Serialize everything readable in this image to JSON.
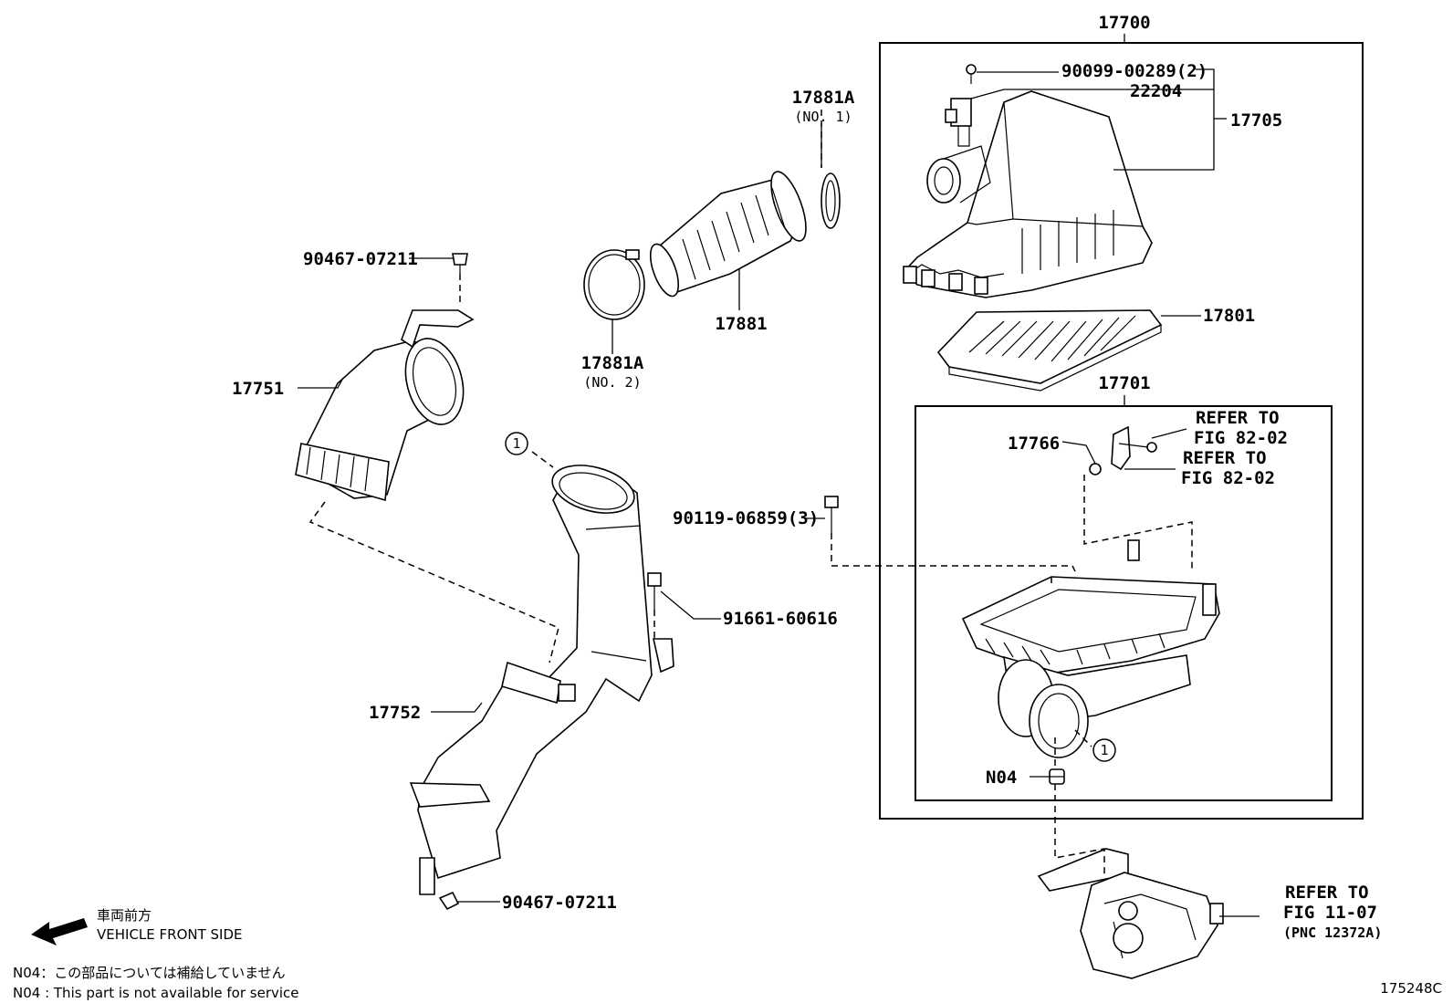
{
  "figure_id": "175248C",
  "assembly": {
    "number": "17700",
    "cap_assy": "17705",
    "case_sub": "17701"
  },
  "parts": {
    "screw_90099": "90099-00289(2)",
    "sensor_22204": "22204",
    "element_17801": "17801",
    "bracket_17766": "17766",
    "refer_a_line1": "REFER TO",
    "refer_a_line2": "FIG 82-02",
    "refer_b_line1": "REFER TO",
    "refer_b_line2": "FIG 82-02",
    "bolt_90119": "90119-06859(3)",
    "n04": "N04",
    "refer_c_line1": "REFER TO",
    "refer_c_line2": "FIG 11-07",
    "refer_c_line3": "(PNC 12372A)",
    "clamp_no1": "17881A",
    "clamp_no1_sub": "(NO. 1)",
    "hose_17881": "17881",
    "clamp_no2": "17881A",
    "clamp_no2_sub": "(NO. 2)",
    "clip_top": "90467-07211",
    "inlet_17751": "17751",
    "inlet_17752": "17752",
    "bolt_91661": "91661-60616",
    "clip_bottom": "90467-07211",
    "ref_circle_1": "1",
    "ref_circle_2": "1"
  },
  "legend": {
    "direction_jp": "車両前方",
    "direction_en": "VEHICLE FRONT SIDE",
    "note_jp": "N04：この部品については補給していません",
    "note_en": "N04 : This part is not available for service"
  },
  "icons": [
    "front-arrow-icon"
  ]
}
